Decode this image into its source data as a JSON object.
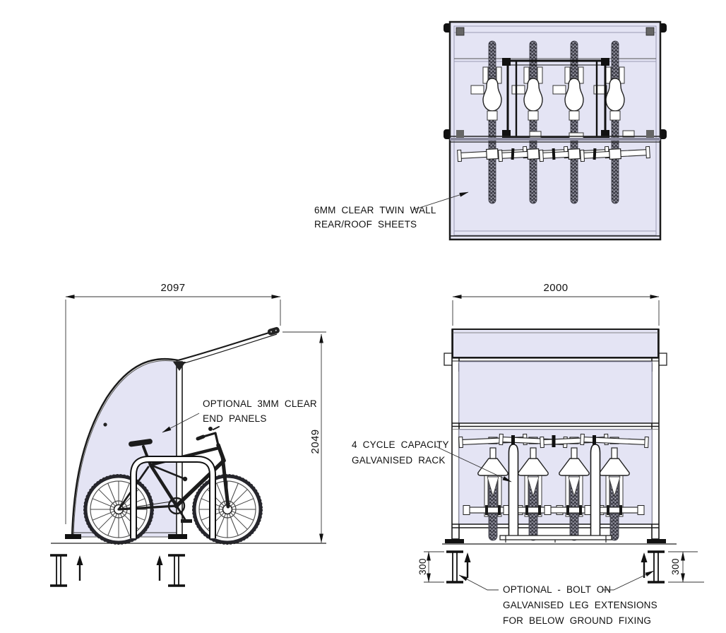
{
  "drawing_type": "bicycle-shelter-technical-drawing",
  "colors": {
    "panel": "#e4e4f4",
    "line": "#1a1a1a",
    "thin": "#9a9ab5",
    "tire": "#63636f"
  },
  "dimensions": {
    "side_width": "2097",
    "side_height": "2049",
    "front_width": "2000",
    "leg_left": "300",
    "leg_right": "300"
  },
  "labels": {
    "twin_wall": [
      "6MM CLEAR TWIN WALL",
      "REAR/ROOF SHEETS"
    ],
    "end_panels": [
      "OPTIONAL 3MM CLEAR",
      "END PANELS"
    ],
    "rack": [
      "4 CYCLE CAPACITY",
      "GALVANISED RACK"
    ],
    "leg_extensions": [
      "OPTIONAL - BOLT ON",
      "GALVANISED LEG EXTENSIONS",
      "FOR BELOW GROUND FIXING"
    ]
  }
}
